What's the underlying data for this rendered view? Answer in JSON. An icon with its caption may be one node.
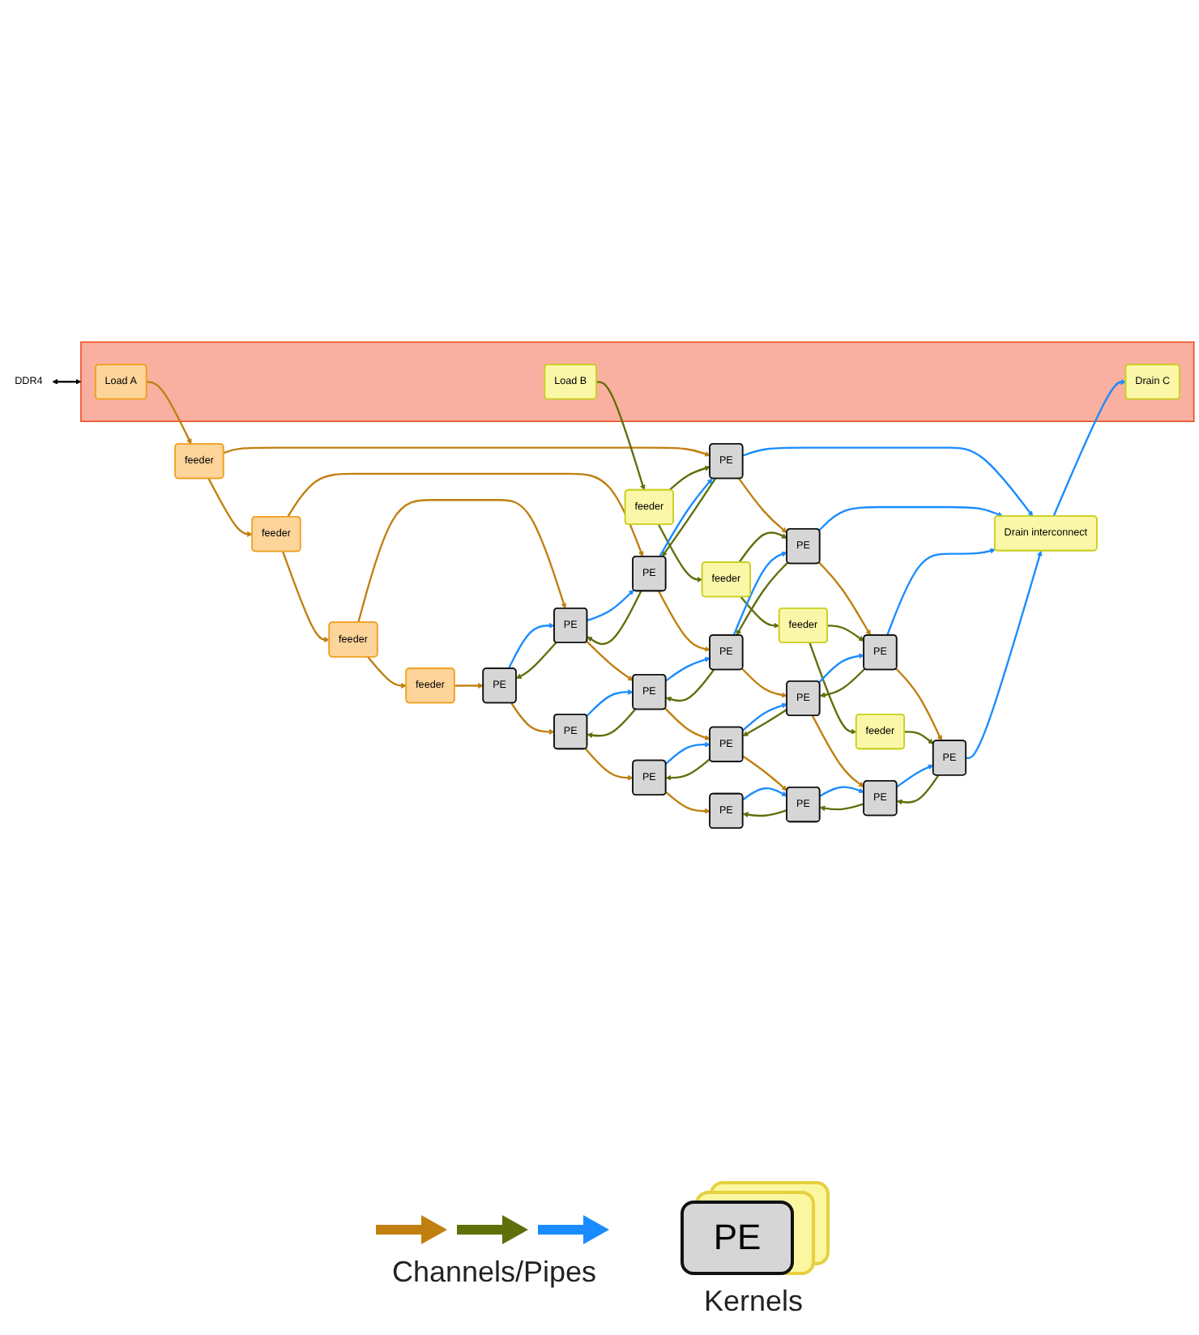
{
  "diagram": {
    "nodes": [
      {
        "text": [
          "feeder"
        ]
      },
      {
        "text": [
          "feeder"
        ]
      },
      {
        "text": [
          "feeder"
        ]
      },
      {
        "text": [
          "feeder"
        ]
      },
      {
        "text": [
          "PE"
        ]
      },
      {
        "text": [
          "PE"
        ]
      },
      {
        "text": [
          "PE"
        ]
      },
      {
        "text": [
          "PE"
        ]
      },
      {
        "text": [
          "PE"
        ]
      },
      {
        "text": [
          "PE"
        ]
      },
      {
        "text": [
          "PE"
        ]
      },
      {
        "text": [
          "PE"
        ]
      },
      {
        "text": [
          "PE"
        ]
      },
      {
        "text": [
          "PE"
        ]
      },
      {
        "text": [
          "PE"
        ]
      },
      {
        "text": [
          "PE"
        ]
      },
      {
        "text": [
          "PE"
        ]
      },
      {
        "text": [
          "PE"
        ]
      },
      {
        "text": [
          "PE"
        ]
      },
      {
        "text": [
          "PE"
        ]
      },
      {
        "text": [],
        "shape": "box"
      },
      {
        "text": [
          "Load A"
        ],
        "in": 20
      },
      {
        "text": [
          "Load B"
        ],
        "in": 20
      },
      {
        "text": [
          "Drain C"
        ],
        "in": 20
      },
      {
        "text": [
          "feeder"
        ]
      },
      {
        "text": [
          "feeder"
        ]
      },
      {
        "text": [
          "feeder"
        ]
      },
      {
        "text": [
          "feeder"
        ]
      },
      {
        "text": [
          "Drain interconnect"
        ]
      },
      {
        "text": [
          "DDR4"
        ]
      }
    ],
    "edges": [
      {
        "from": 21,
        "to": 3,
        "arrow": "to",
        "color": "#c07f0e"
      },
      {
        "from": 3,
        "to": 2,
        "arrow": "to",
        "color": "#c07f0e"
      },
      {
        "from": 2,
        "to": 1,
        "arrow": "to",
        "color": "#c07f0e"
      },
      {
        "from": 1,
        "to": 0,
        "arrow": "to",
        "color": "#c07f0e"
      },
      {
        "from": 0,
        "to": 4,
        "arrow": "to",
        "color": "#c07f0e"
      },
      {
        "from": 4,
        "to": 5,
        "arrow": "to",
        "color": "#c07f0e"
      },
      {
        "from": 5,
        "to": 6,
        "arrow": "to",
        "color": "#c07f0e"
      },
      {
        "from": 6,
        "to": 7,
        "arrow": "to",
        "color": "#c07f0e"
      },
      {
        "from": 1,
        "to": 8,
        "arrow": "to",
        "color": "#c07f0e"
      },
      {
        "from": 8,
        "to": 9,
        "arrow": "to",
        "color": "#c07f0e"
      },
      {
        "from": 9,
        "to": 10,
        "arrow": "to",
        "color": "#c07f0e"
      },
      {
        "from": 10,
        "to": 11,
        "arrow": "to",
        "color": "#c07f0e"
      },
      {
        "from": 2,
        "to": 12,
        "arrow": "to",
        "color": "#c07f0e"
      },
      {
        "from": 12,
        "to": 13,
        "arrow": "to",
        "color": "#c07f0e"
      },
      {
        "from": 13,
        "to": 14,
        "arrow": "to",
        "color": "#c07f0e"
      },
      {
        "from": 14,
        "to": 15,
        "arrow": "to",
        "color": "#c07f0e"
      },
      {
        "from": 3,
        "to": 16,
        "arrow": "to",
        "color": "#c07f0e"
      },
      {
        "from": 16,
        "to": 17,
        "arrow": "to",
        "color": "#c07f0e"
      },
      {
        "from": 17,
        "to": 18,
        "arrow": "to",
        "color": "#c07f0e"
      },
      {
        "from": 18,
        "to": 19,
        "arrow": "to",
        "color": "#c07f0e"
      },
      {
        "from": 22,
        "to": 24,
        "arrow": "to",
        "color": "#5f6f0a"
      },
      {
        "from": 24,
        "to": 25,
        "arrow": "to",
        "color": "#5f6f0a"
      },
      {
        "from": 25,
        "to": 26,
        "arrow": "to",
        "color": "#5f6f0a"
      },
      {
        "from": 26,
        "to": 27,
        "arrow": "to",
        "color": "#5f6f0a"
      },
      {
        "from": 24,
        "to": 16,
        "arrow": "to",
        "color": "#5f6f0a"
      },
      {
        "from": 25,
        "to": 17,
        "arrow": "to",
        "color": "#5f6f0a"
      },
      {
        "from": 26,
        "to": 18,
        "arrow": "to",
        "color": "#5f6f0a"
      },
      {
        "from": 27,
        "to": 19,
        "arrow": "to",
        "color": "#5f6f0a"
      },
      {
        "from": 16,
        "to": 12,
        "arrow": "to",
        "color": "#5f6f0a"
      },
      {
        "from": 17,
        "to": 13,
        "arrow": "to",
        "color": "#5f6f0a"
      },
      {
        "from": 18,
        "to": 14,
        "arrow": "to",
        "color": "#5f6f0a"
      },
      {
        "from": 19,
        "to": 15,
        "arrow": "to",
        "color": "#5f6f0a"
      },
      {
        "from": 12,
        "to": 8,
        "arrow": "to",
        "color": "#5f6f0a"
      },
      {
        "from": 13,
        "to": 9,
        "arrow": "to",
        "color": "#5f6f0a"
      },
      {
        "from": 14,
        "to": 10,
        "arrow": "to",
        "color": "#5f6f0a"
      },
      {
        "from": 15,
        "to": 11,
        "arrow": "to",
        "color": "#5f6f0a"
      },
      {
        "from": 8,
        "to": 4,
        "arrow": "to",
        "color": "#5f6f0a"
      },
      {
        "from": 9,
        "to": 5,
        "arrow": "to",
        "color": "#5f6f0a"
      },
      {
        "from": 10,
        "to": 6,
        "arrow": "to",
        "color": "#5f6f0a"
      },
      {
        "from": 11,
        "to": 7,
        "arrow": "to",
        "color": "#5f6f0a"
      },
      {
        "from": 4,
        "to": 8,
        "arrow": "to",
        "color": "#1a8cff"
      },
      {
        "from": 5,
        "to": 9,
        "arrow": "to",
        "color": "#1a8cff"
      },
      {
        "from": 6,
        "to": 10,
        "arrow": "to",
        "color": "#1a8cff"
      },
      {
        "from": 7,
        "to": 11,
        "arrow": "to",
        "color": "#1a8cff"
      },
      {
        "from": 8,
        "to": 12,
        "arrow": "to",
        "color": "#1a8cff"
      },
      {
        "from": 9,
        "to": 13,
        "arrow": "to",
        "color": "#1a8cff"
      },
      {
        "from": 10,
        "to": 14,
        "arrow": "to",
        "color": "#1a8cff"
      },
      {
        "from": 11,
        "to": 15,
        "arrow": "to",
        "color": "#1a8cff"
      },
      {
        "from": 12,
        "to": 16,
        "arrow": "to",
        "color": "#1a8cff"
      },
      {
        "from": 13,
        "to": 17,
        "arrow": "to",
        "color": "#1a8cff"
      },
      {
        "from": 14,
        "to": 18,
        "arrow": "to",
        "color": "#1a8cff"
      },
      {
        "from": 15,
        "to": 19,
        "arrow": "to",
        "color": "#1a8cff"
      },
      {
        "from": 16,
        "to": 28,
        "arrow": "to",
        "color": "#1a8cff"
      },
      {
        "from": 17,
        "to": 28,
        "arrow": "to",
        "color": "#1a8cff"
      },
      {
        "from": 18,
        "to": 28,
        "arrow": "to",
        "color": "#1a8cff"
      },
      {
        "from": 19,
        "to": 28,
        "arrow": "to",
        "color": "#1a8cff"
      },
      {
        "from": 28,
        "to": 23,
        "arrow": "to",
        "color": "#1a8cff"
      },
      {
        "from": 20,
        "to": 29,
        "arrow": "both",
        "color": "#000000"
      }
    ],
    "labels": [
      "PE"
    ],
    "legend": [
      {
        "text": "Channels/Pipes"
      },
      {
        "text": "Kernels"
      }
    ]
  }
}
